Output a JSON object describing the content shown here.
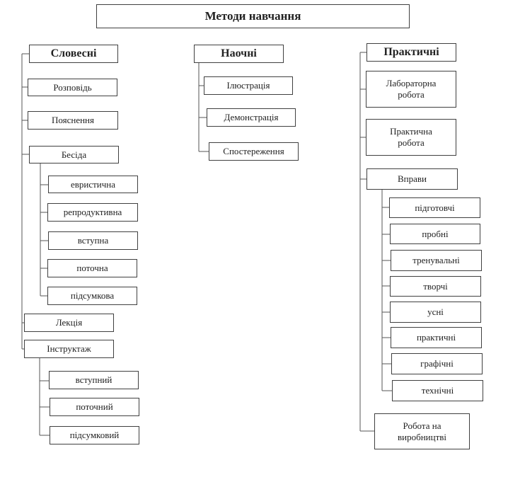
{
  "title": "Методи навчання",
  "verbal": {
    "label": "Словесні",
    "items": {
      "story": "Розповідь",
      "explanation": "Пояснення",
      "conversation": {
        "label": "Бесіда",
        "types": [
          "евристична",
          "репродуктивна",
          "вступна",
          "поточна",
          "підсумкова"
        ]
      },
      "lecture": "Лекція",
      "instruction": {
        "label": "Інструктаж",
        "types": [
          "вступний",
          "поточний",
          "підсумковий"
        ]
      }
    }
  },
  "visual": {
    "label": "Наочні",
    "items": [
      "Ілюстрація",
      "Демонстрація",
      "Спостереження"
    ]
  },
  "practical": {
    "label": "Практичні",
    "items": {
      "lab": "Лабораторна робота",
      "practical_work": "Практична робота",
      "exercises": {
        "label": "Вправи",
        "types": [
          "підготовчі",
          "пробні",
          "тренувальні",
          "творчі",
          "усні",
          "практичні",
          "графічні",
          "технічні"
        ]
      },
      "production": "Робота на виробництві"
    }
  }
}
